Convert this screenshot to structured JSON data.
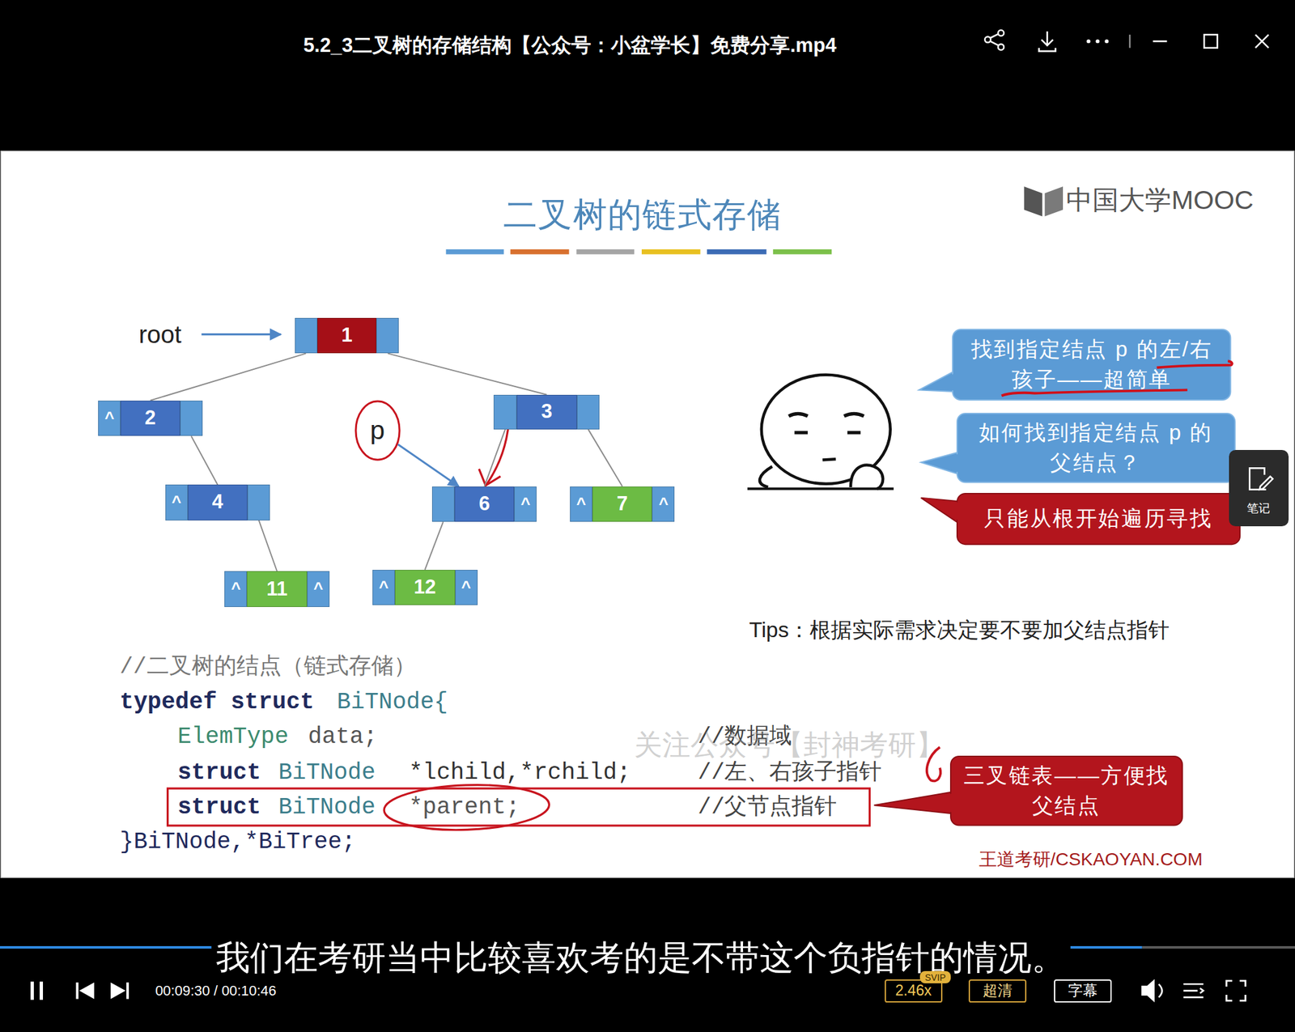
{
  "diagram": {
    "title": "二叉树的链式存储",
    "nodes": [
      {
        "text": [
          "1"
        ]
      },
      {
        "text": [
          "^",
          "2"
        ]
      },
      {
        "text": [
          "3"
        ]
      },
      {
        "text": [
          "p"
        ]
      },
      {
        "text": [
          "^",
          "4"
        ]
      },
      {
        "text": [
          "6",
          "^"
        ]
      },
      {
        "text": [
          "^",
          "7",
          "^"
        ]
      },
      {
        "text": [
          "^",
          "11",
          "^"
        ]
      },
      {
        "text": [
          "^",
          "12",
          "^"
        ]
      },
      {
        "text": [
          "找到指定结点 p 的左/右孩子——超简单"
        ]
      },
      {
        "text": [
          "如何找到指定结点 p 的父结点？"
        ]
      },
      {
        "text": [
          "只能从根开始遍历寻找"
        ]
      },
      {
        "text": [
          "笔记"
        ]
      },
      {
        "text": [
          "三叉链表——方便找父结点"
        ]
      },
      {
        "text": [
          "2.46x"
        ]
      },
      {
        "text": [
          "SVIP"
        ]
      },
      {
        "text": [
          "超清"
        ]
      },
      {
        "text": [
          "字幕"
        ]
      }
    ],
    "edges": [
      {
        "from": 0,
        "to": 1,
        "arrow": "none"
      },
      {
        "from": 0,
        "to": 2,
        "arrow": "none"
      },
      {
        "from": 1,
        "to": 4,
        "arrow": "none"
      },
      {
        "from": 4,
        "to": 7,
        "arrow": "none"
      },
      {
        "from": 2,
        "to": 5,
        "arrow": "none"
      },
      {
        "from": 2,
        "to": 6,
        "arrow": "none"
      },
      {
        "from": 5,
        "to": 8,
        "arrow": "none"
      },
      {
        "from": 3,
        "to": 5,
        "arrow": "to"
      }
    ],
    "labels": [
      "5.2_3二叉树的存储结构【公众号：小盆学长】免费分享.mp4",
      "中国大学MOOC",
      "root",
      "Tips：根据实际需求决定要不要加父结点指针",
      "//二叉树的结点（链式存储）",
      "typedef struct",
      "BiTNode{",
      "ElemType",
      "data;",
      "//数据域",
      "struct",
      "BiTNode",
      "*lchild,*rchild;",
      "//左、右孩子指针",
      "struct",
      "BiTNode",
      "*parent;",
      "//父节点指针",
      "}BiTNode,*BiTree;",
      "关注公众号【封神考研】",
      "王道考研/CSKAOYAN.COM",
      "我们在考研当中比较喜欢考的是不带这个负指针的情况。",
      "00:09:30 / 00:10:46"
    ]
  }
}
